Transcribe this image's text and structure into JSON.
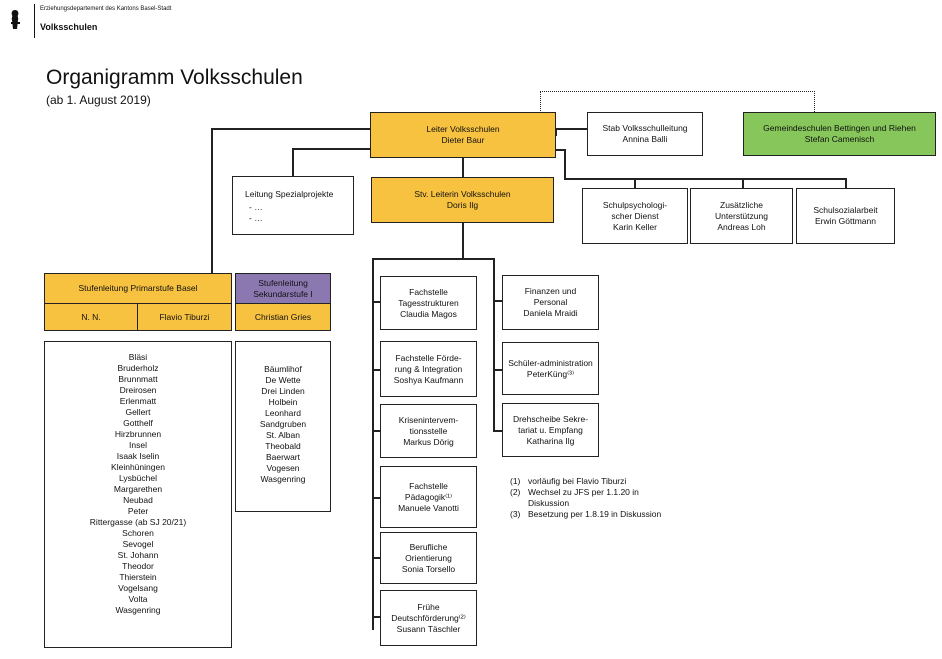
{
  "header": {
    "department": "Erziehungsdepartement des Kantons Basel-Stadt",
    "unit": "Volksschulen",
    "logo_icon": "basel-staff-icon"
  },
  "title": "Organigramm Volksschulen",
  "subtitle": "(ab 1. August 2019)",
  "colors": {
    "orange": "#f7c240",
    "green": "#86c65a",
    "purple": "#8c78b1"
  },
  "boxes": {
    "leiter": [
      "Leiter Volksschulen",
      "Dieter Baur"
    ],
    "stab": [
      "Stab Volksschulleitung",
      "Annina Balli"
    ],
    "gemeinde": [
      "Gemeindeschulen Bettingen und Riehen",
      "Stefan Camenisch"
    ],
    "spezial": {
      "title": "Leitung Spezialprojekte",
      "items": [
        "-    …",
        "-    …"
      ]
    },
    "stv": [
      "Stv. Leiterin Volksschulen",
      "Doris Ilg"
    ],
    "schulpsy": [
      "Schulpsychologi-",
      "scher Dienst",
      "Karin Keller"
    ],
    "zusaetzlich": [
      "Zusätzliche",
      "Unterstützung",
      "Andreas Loh"
    ],
    "sozial": [
      "Schulsozialarbeit",
      "Erwin Göttmann"
    ],
    "primar": "Stufenleitung Primarstufe Basel",
    "primar_nn": "N. N.",
    "primar_flavio": "Flavio Tiburzi",
    "sek": [
      "Stufenleitung",
      "Sekundarstufe I"
    ],
    "sek_name": "Christian Gries",
    "tages": [
      "Fachstelle",
      "Tagesstrukturen",
      "Claudia Magos"
    ],
    "foerderung": [
      "Fachstelle Förde-",
      "rung & Integration",
      "Soshya Kaufmann"
    ],
    "krisen": [
      "Krisenintervem-",
      "tionsstelle",
      "Markus Dörig"
    ],
    "paed": [
      "Fachstelle",
      "Pädagogik⁽¹⁾",
      "Manuele Vanotti"
    ],
    "beruf": [
      "Berufliche",
      "Orientierung",
      "Sonia Torsello"
    ],
    "frueh": [
      "Frühe",
      "Deutschförderung⁽²⁾",
      "Susann Täschler"
    ],
    "finanzen": [
      "Finanzen und",
      "Personal",
      "Daniela Mraidi"
    ],
    "schueler": [
      "Schüler-administration",
      "PeterKüng⁽³⁾"
    ],
    "drehscheibe": [
      "Drehscheibe Sekre-",
      "tariat u. Empfang",
      "Katharina Ilg"
    ]
  },
  "primar_schools": [
    "Bläsi",
    "Bruderholz",
    "Brunnmatt",
    "Dreirosen",
    "Erlenmatt",
    "Gellert",
    "Gotthelf",
    "Hirzbrunnen",
    "Insel",
    "Isaak Iselin",
    "Kleinhüningen",
    "Lysbüchel",
    "Margarethen",
    "Neubad",
    "Peter",
    "Rittergasse (ab SJ 20/21)",
    "Schoren",
    "Sevogel",
    "St. Johann",
    "Theodor",
    "Thierstein",
    "Vogelsang",
    "Volta",
    "Wasgenring"
  ],
  "sek_schools": [
    "Bäumlihof",
    "De Wette",
    "Drei Linden",
    "Holbein",
    "Leonhard",
    "Sandgruben",
    "St. Alban",
    "Theobald",
    "Baerwart",
    "Vogesen",
    "Wasgenring"
  ],
  "notes": [
    {
      "n": "(1)",
      "t": "vorläufig bei Flavio Tiburzi"
    },
    {
      "n": "(2)",
      "t": "Wechsel zu JFS per 1.1.20 in"
    },
    {
      "n": "",
      "t": "Diskussion"
    },
    {
      "n": "(3)",
      "t": "Besetzung per 1.8.19 in Diskussion"
    }
  ]
}
